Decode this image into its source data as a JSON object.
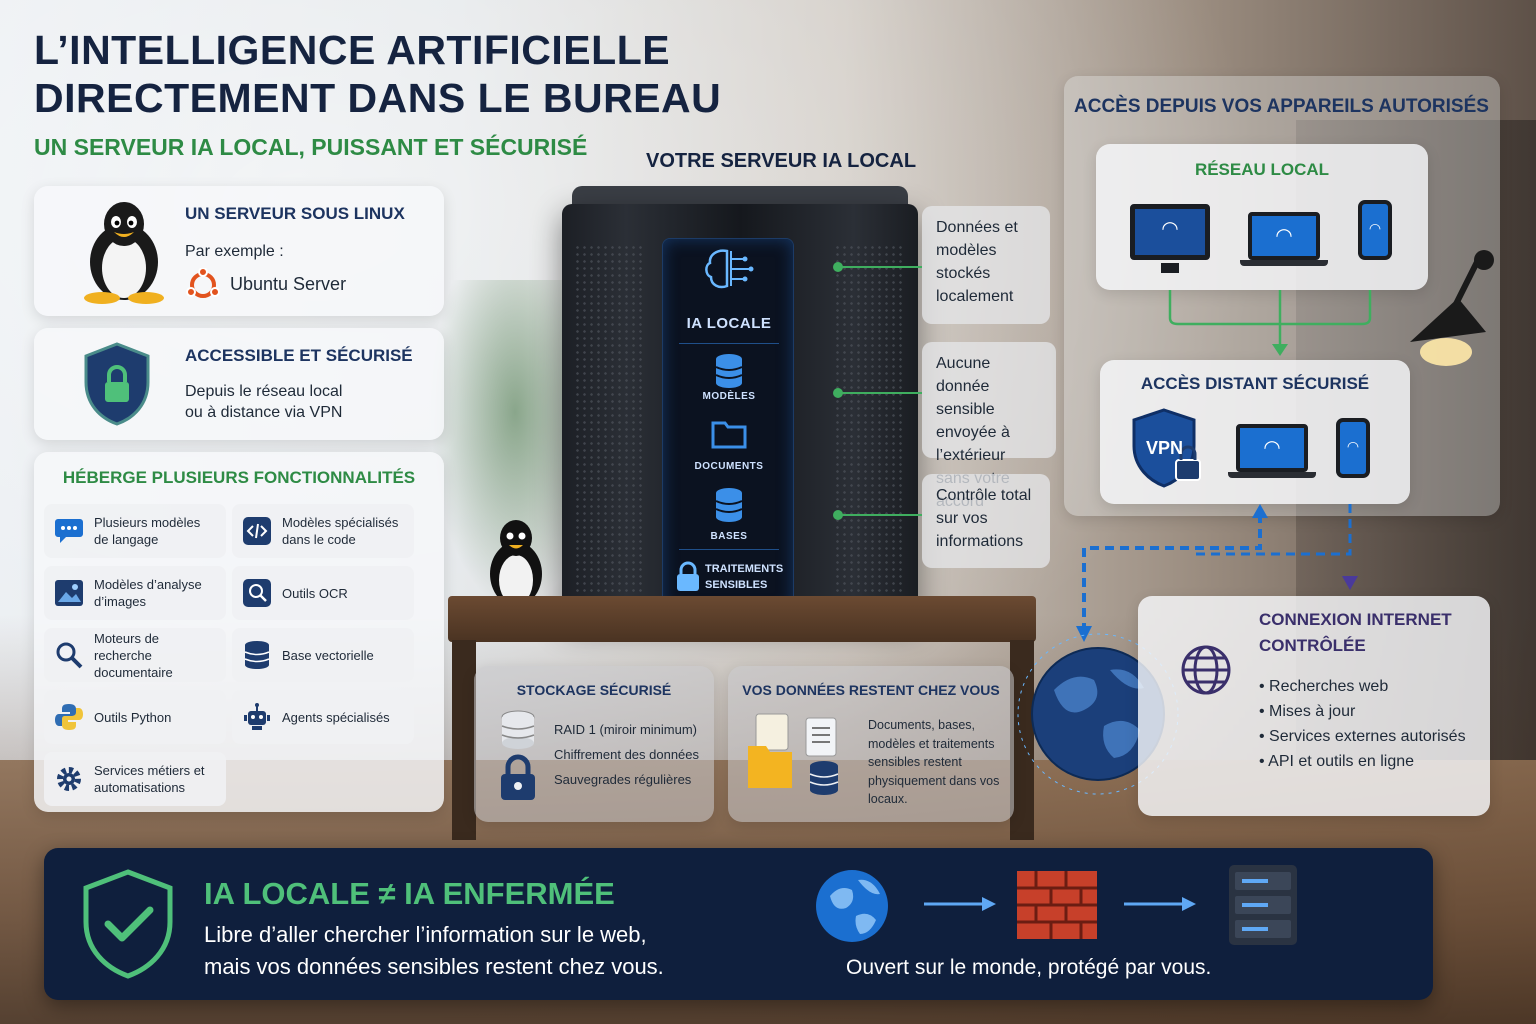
{
  "header": {
    "title_line1": "L’INTELLIGENCE ARTIFICIELLE",
    "title_line2": "DIRECTEMENT DANS LE BUREAU",
    "subtitle": "UN SERVEUR IA LOCAL, PUISSANT ET SÉCURISÉ"
  },
  "linux_card": {
    "title": "UN SERVEUR SOUS LINUX",
    "example_label": "Par exemple :",
    "distro": "Ubuntu Server"
  },
  "secure_card": {
    "title": "ACCESSIBLE ET SÉCURISÉ",
    "line1": "Depuis le réseau local",
    "line2": "ou à distance via VPN"
  },
  "features": {
    "title": "HÉBERGE PLUSIEURS FONCTIONNALITÉS",
    "items": [
      {
        "label": "Plusieurs modèles de langage",
        "icon": "chat-bubble-icon"
      },
      {
        "label": "Modèles spécialisés dans le code",
        "icon": "code-icon"
      },
      {
        "label": "Modèles d’analyse d’images",
        "icon": "image-icon"
      },
      {
        "label": "Outils OCR",
        "icon": "ocr-search-icon"
      },
      {
        "label": "Moteurs de recherche documentaire",
        "icon": "magnifier-icon"
      },
      {
        "label": "Base vectorielle",
        "icon": "database-icon"
      },
      {
        "label": "Outils Python",
        "icon": "python-icon"
      },
      {
        "label": "Agents spécialisés",
        "icon": "robot-icon"
      },
      {
        "label": "Services métiers et automatisations",
        "icon": "gear-icon"
      }
    ]
  },
  "server": {
    "heading": "VOTRE SERVEUR IA LOCAL",
    "panel_title": "IA LOCALE",
    "panel_items": [
      "MODÈLES",
      "DOCUMENTS",
      "BASES"
    ],
    "panel_secure_line1": "TRAITEMENTS",
    "panel_secure_line2": "SENSIBLES"
  },
  "side_notes": [
    "Données et modèles stockés localement",
    "Aucune donnée sensible envoyée à l’extérieur sans votre accord",
    "Contrôle total sur vos informations"
  ],
  "storage": {
    "title": "STOCKAGE SÉCURISÉ",
    "lines": [
      "RAID 1 (miroir minimum)",
      "Chiffrement des données",
      "Sauvegrades régulières"
    ]
  },
  "data_home": {
    "title": "VOS DONNÉES RESTENT CHEZ VOUS",
    "text": "Documents, bases, modèles et traitements sensibles restent physiquement dans vos locaux."
  },
  "access": {
    "heading": "ACCÈS DEPUIS VOS APPAREILS AUTORISÉS",
    "local_title": "RÉSEAU LOCAL",
    "remote_title": "ACCÈS DISTANT SÉCURISÉ",
    "vpn_label": "VPN"
  },
  "internet": {
    "title_line1": "CONNEXION INTERNET",
    "title_line2": "CONTRÔLÉE",
    "bullets": [
      "Recherches web",
      "Mises à jour",
      "Services externes autorisés",
      "API et outils en ligne"
    ]
  },
  "banner": {
    "title": "IA LOCALE ≠ IA ENFERMÉE",
    "line1": "Libre d’aller chercher l’information sur le web,",
    "line2": "mais vos données sensibles restent chez vous.",
    "caption": "Ouvert sur le monde, protégé par vous."
  },
  "colors": {
    "navy": "#152340",
    "green": "#2e8b45",
    "blue_title": "#1d3460",
    "banner_bg": "#0f1f3d",
    "accent_blue": "#1b6fd0",
    "internet_title": "#3a2f6b"
  }
}
